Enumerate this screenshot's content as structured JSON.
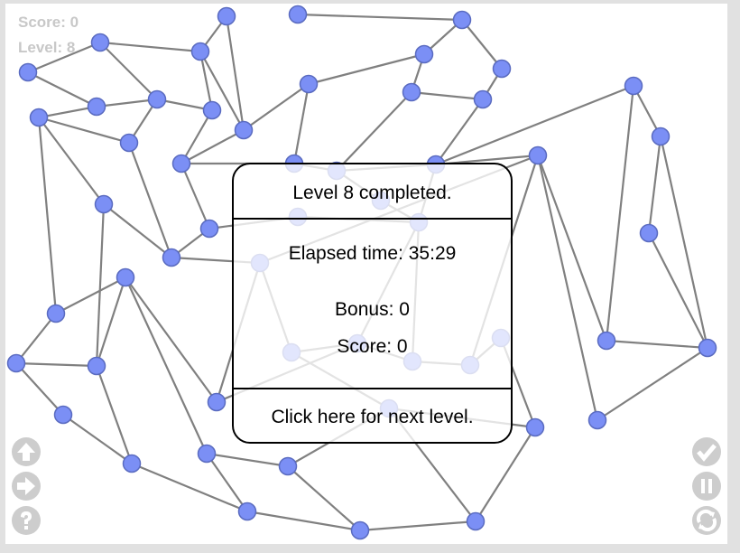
{
  "hud": {
    "score_label": "Score: 0",
    "level_label": "Level: 8"
  },
  "dialog": {
    "title": "Level 8 completed.",
    "elapsed": "Elapsed time: 35:29",
    "bonus": "Bonus: 0",
    "score": "Score: 0",
    "next": "Click here for next level."
  },
  "buttons": {
    "left": [
      "up-arrow-icon",
      "right-arrow-icon",
      "help-icon"
    ],
    "right": [
      "check-icon",
      "pause-icon",
      "refresh-icon"
    ]
  },
  "colors": {
    "node": "#7b8ff5",
    "node_stroke": "#5a6bc0",
    "edge": "#808080",
    "button": "#cdcdcd"
  }
}
